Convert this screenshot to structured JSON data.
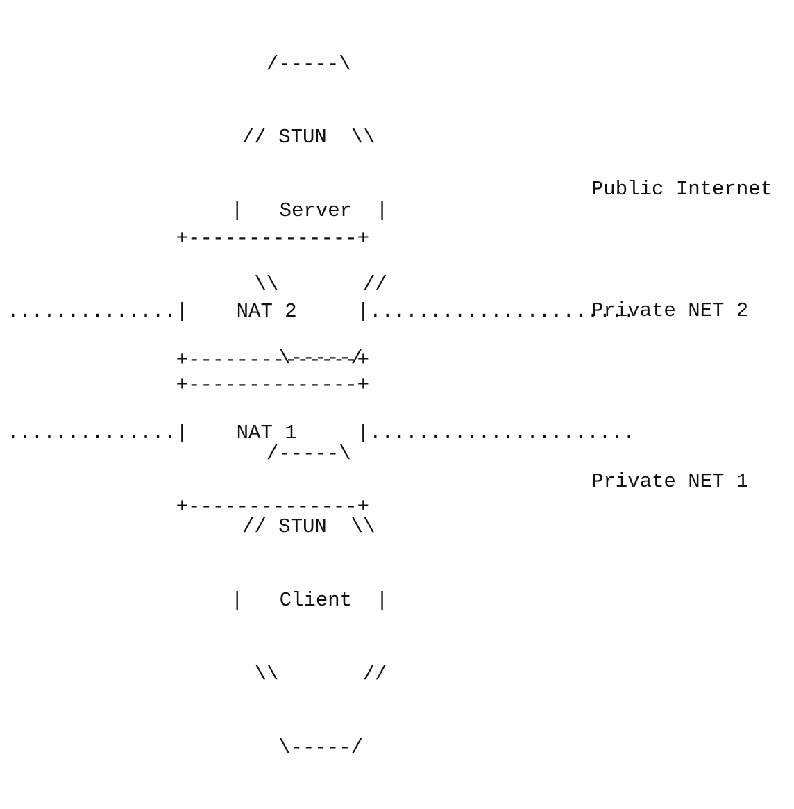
{
  "diagram": {
    "stun_server": {
      "lines": [
        "  /-----\\",
        "// STUN  \\\\",
        "|   Server  |",
        " \\\\       //",
        "   \\-----/"
      ]
    },
    "nat2": {
      "lines": [
        "              +--------------+",
        "..............|    NAT 2     |......................",
        "              +--------------+"
      ]
    },
    "nat1": {
      "lines": [
        "              +--------------+",
        "..............|    NAT 1     |......................",
        "              +--------------+"
      ]
    },
    "stun_client": {
      "lines": [
        "  /-----\\",
        "// STUN  \\\\",
        "|   Client  |",
        " \\\\       //",
        "   \\-----/"
      ]
    },
    "labels": {
      "public_internet": "Public Internet",
      "private_net_2": "Private NET 2",
      "private_net_1": "Private NET 1"
    }
  }
}
